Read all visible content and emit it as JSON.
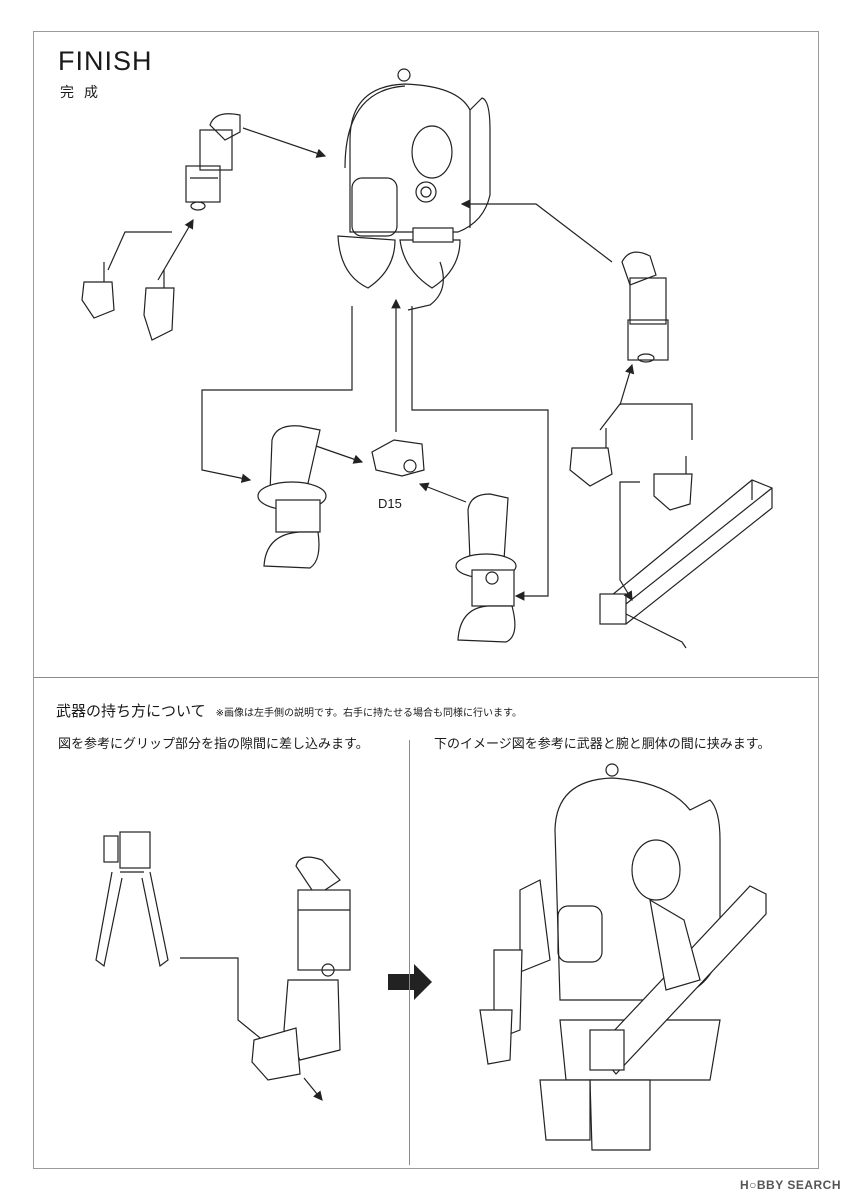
{
  "header": {
    "title": "FINISH",
    "subtitle": "完成"
  },
  "diagram": {
    "part_label": "D15"
  },
  "weapon_section": {
    "heading": "武器の持ち方について",
    "note": "※画像は左手側の説明です。右手に持たせる場合も同様に行います。",
    "left_instruction": "図を参考にグリップ部分を指の隙間に差し込みます。",
    "right_instruction": "下のイメージ図を参考に武器と腕と胴体の間に挟みます。"
  },
  "watermark": "H○BBY SEARCH"
}
